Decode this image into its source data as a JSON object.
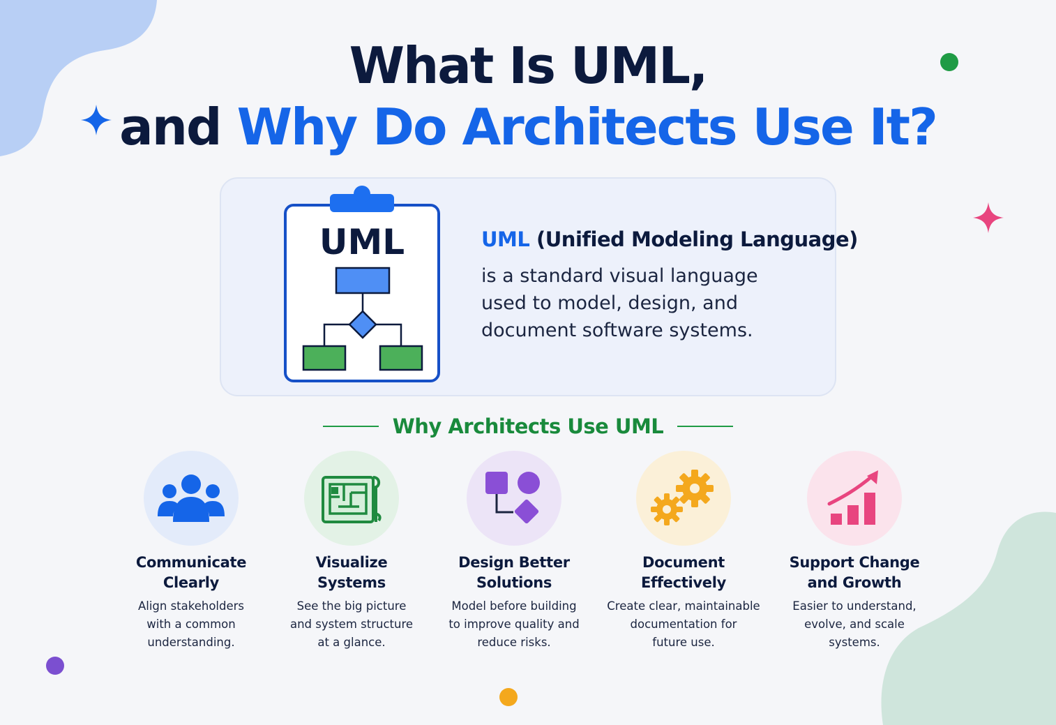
{
  "title": {
    "line1": "What Is UML,",
    "line2_prefix": "and ",
    "line2_accent": "Why Do Architects Use It?"
  },
  "definition": {
    "icon_label": "UML",
    "term": "UML",
    "term_expansion": "(Unified Modeling Language)",
    "lines": [
      "is a standard visual language",
      "used to model, design, and",
      "document software systems."
    ]
  },
  "section_title": "Why Architects Use UML",
  "features": [
    {
      "icon": "people-icon",
      "title": [
        "Communicate",
        "Clearly"
      ],
      "desc": [
        "Align stakeholders",
        "with a common",
        "understanding."
      ]
    },
    {
      "icon": "blueprint-icon",
      "title": [
        "Visualize",
        "Systems"
      ],
      "desc": [
        "See the big picture",
        "and system structure",
        "at a glance."
      ]
    },
    {
      "icon": "shapes-icon",
      "title": [
        "Design Better",
        "Solutions"
      ],
      "desc": [
        "Model before building",
        "to improve quality and",
        "reduce risks."
      ]
    },
    {
      "icon": "gears-icon",
      "title": [
        "Document",
        "Effectively"
      ],
      "desc": [
        "Create clear, maintainable",
        "documentation for",
        "future use."
      ]
    },
    {
      "icon": "growth-chart-icon",
      "title": [
        "Support Change",
        "and Growth"
      ],
      "desc": [
        "Easier to understand,",
        "evolve, and scale",
        "systems."
      ]
    }
  ],
  "colors": {
    "navy": "#0c1a3d",
    "accent_blue": "#1565e8",
    "section_green": "#198a3c",
    "people_circle": "#e3ebfa",
    "blueprint_circle": "#e3f2e6",
    "shapes_circle": "#ece4f7",
    "gears_circle": "#fbf0d8",
    "growth_circle": "#fbe3ec"
  }
}
